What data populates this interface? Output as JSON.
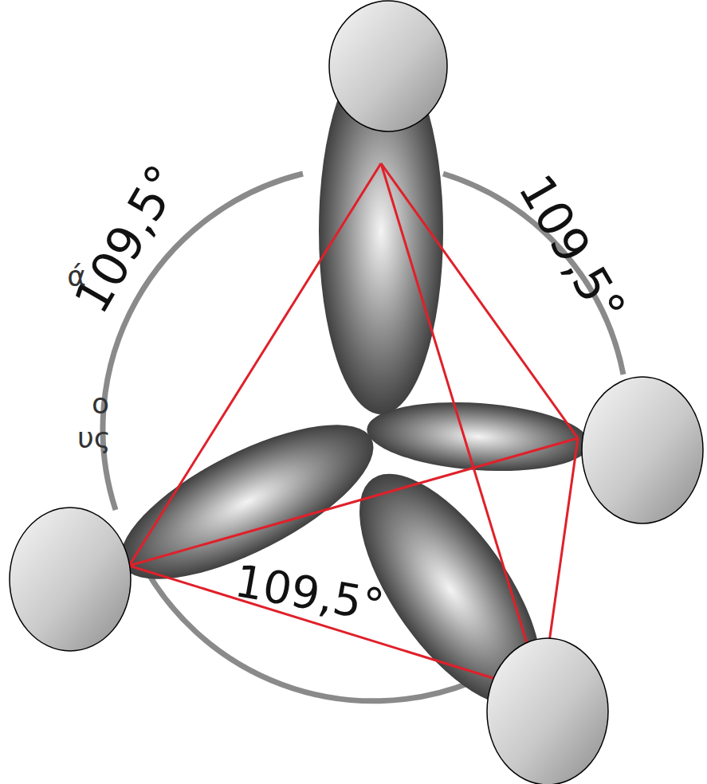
{
  "diagram": {
    "labels": [
      "109,5°",
      "109,5°",
      "109,5°",
      "ά",
      "ο",
      "υς"
    ]
  }
}
